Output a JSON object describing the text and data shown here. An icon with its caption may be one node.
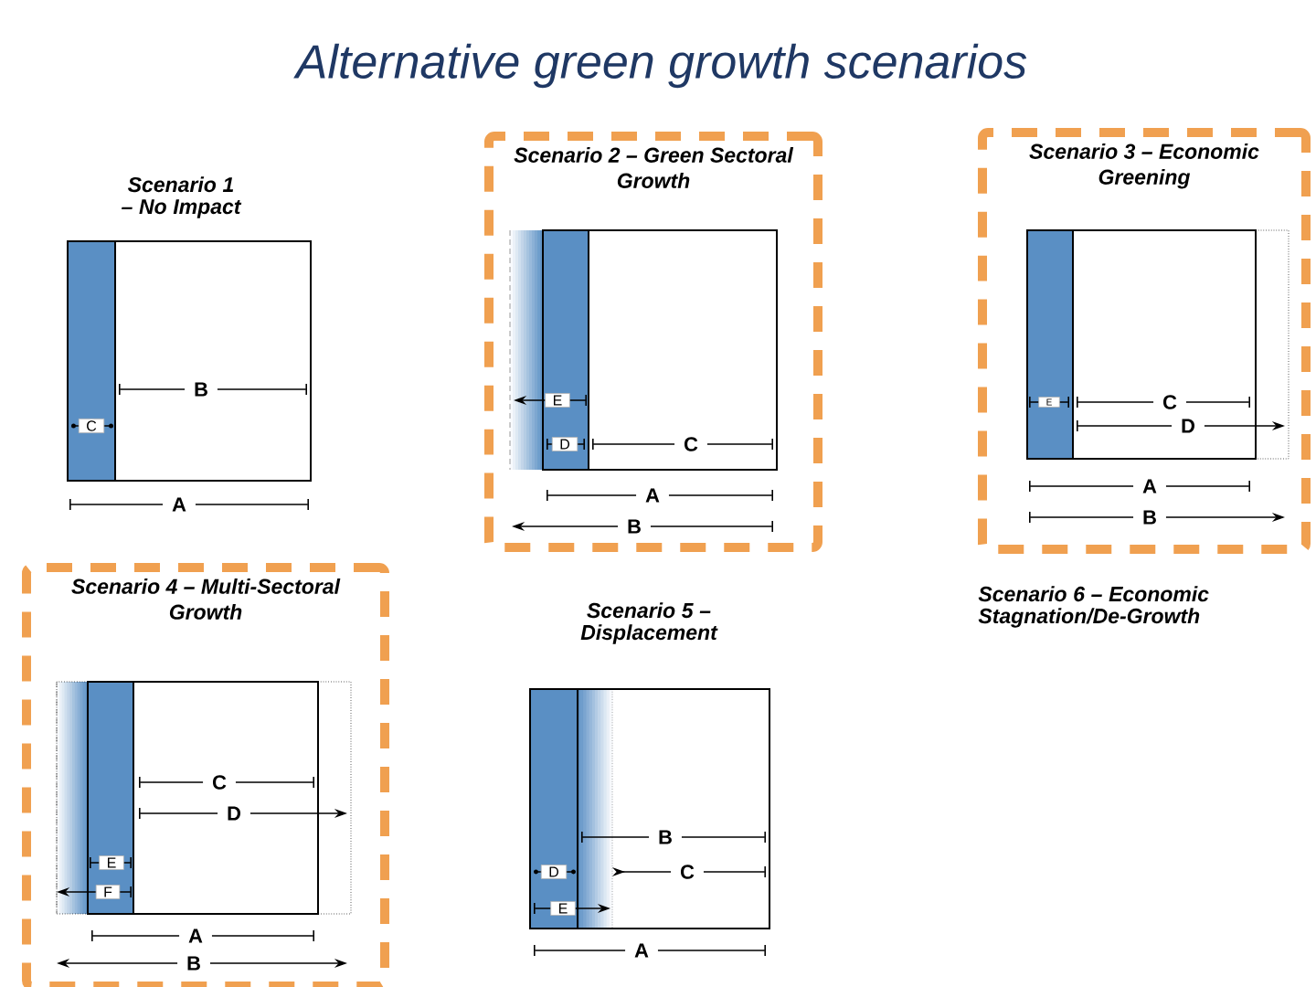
{
  "diagram": {
    "title": "Alternative green growth scenarios",
    "nodes": [
      {
        "text": [
          "Scenario 2 – Green Sectoral Growth"
        ]
      },
      {
        "text": [
          "Scenario 3 – Economic Greening"
        ]
      },
      {
        "text": [
          "Scenario 4 – Multi-Sectoral Growth"
        ]
      }
    ],
    "labels": [
      "Scenario 1 – No Impact",
      "B",
      "C",
      "A",
      "E",
      "D",
      "C",
      "A",
      "B",
      "E",
      "C",
      "D",
      "A",
      "B",
      "C",
      "D",
      "E",
      "F",
      "A",
      "B",
      "Scenario 5 – Displacement",
      "B",
      "D",
      "C",
      "E",
      "A",
      "Scenario 6 – Economic Stagnation/De-Growth"
    ]
  }
}
